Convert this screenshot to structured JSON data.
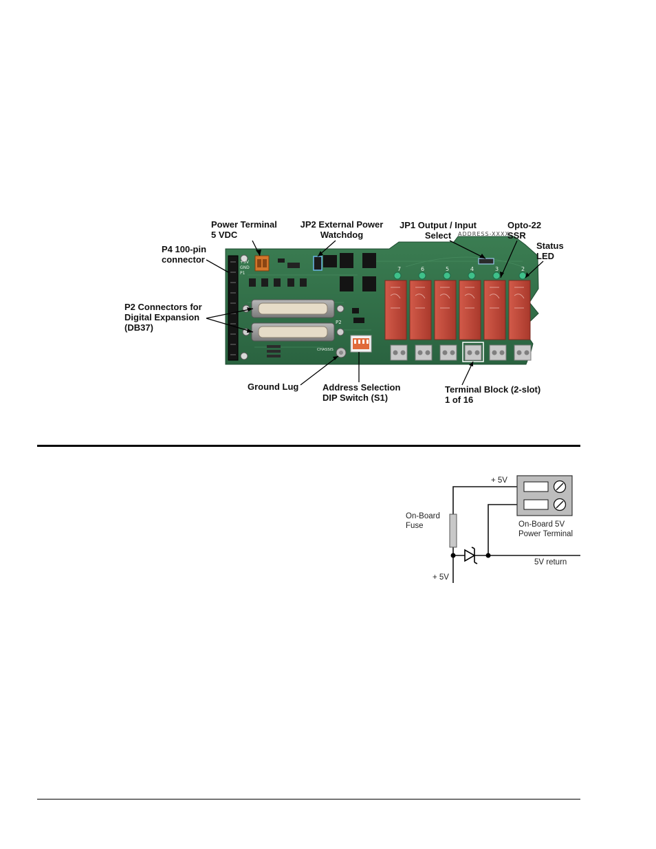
{
  "board_photo": {
    "callouts": {
      "power_terminal": [
        "Power Terminal",
        "5 VDC"
      ],
      "jp2": [
        "JP2 External Power",
        "Watchdog"
      ],
      "jp1": [
        "JP1 Output / Input",
        "Select"
      ],
      "opto22": [
        "Opto-22",
        "SSR"
      ],
      "status_led": [
        "Status",
        "LED"
      ],
      "p4": [
        "P4 100-pin",
        "connector"
      ],
      "p2": [
        "P2 Connectors for",
        "Digital Expansion",
        "(DB37)"
      ],
      "ground_lug": [
        "Ground Lug"
      ],
      "address_dip": [
        "Address Selection",
        "DIP Switch  (S1)"
      ],
      "terminal_block": [
        "Terminal Block (2-slot)",
        "1 of 16"
      ]
    },
    "pcb_text": {
      "address_silk": "ADDRESS-XXXX",
      "pin_labels": [
        "+5V",
        "GND",
        "P1"
      ],
      "p2_label": "P2",
      "ground_silk": "CHASSIS",
      "relay_numbers": [
        "7",
        "6",
        "5",
        "4",
        "3",
        "2"
      ]
    }
  },
  "schematic": {
    "plus5v_top": "+ 5V",
    "fuse": [
      "On-Board",
      "Fuse"
    ],
    "terminal": [
      "On-Board 5V",
      "Power Terminal"
    ],
    "return": "5V return",
    "plus5v_bottom": "+ 5V"
  },
  "colors": {
    "pcb_green": "#2f6e46",
    "relay_red": "#c24b3c",
    "led_green": "#3fc08a",
    "terminal_grey": "#c9c9c9"
  }
}
